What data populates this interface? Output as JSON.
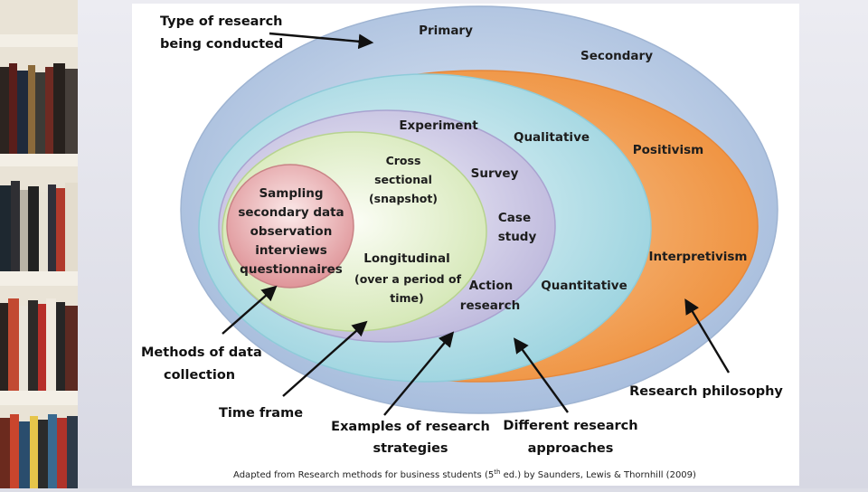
{
  "layers": {
    "primary": "Primary",
    "secondary": "Secondary",
    "positivism": "Positivism",
    "interpretivism": "Interpretivism",
    "qualitative": "Qualitative",
    "quantitative": "Quantitative",
    "experiment": "Experiment",
    "survey": "Survey",
    "case_study": [
      "Case",
      "study"
    ],
    "action_research": [
      "Action",
      "research"
    ],
    "cross_sectional": [
      "Cross",
      "sectional",
      "(snapshot)"
    ],
    "longitudinal": [
      "Longitudinal",
      "(over a period of",
      "time)"
    ],
    "methods": [
      "Sampling",
      "secondary data",
      "observation",
      "interviews",
      "questionnaires"
    ]
  },
  "callouts": {
    "type_of_research": [
      "Type of research",
      "being conducted"
    ],
    "methods_of_data": [
      "Methods of data",
      "collection"
    ],
    "time_frame": "Time frame",
    "examples_of_strategies": [
      "Examples of research",
      "strategies"
    ],
    "different_approaches": [
      "Different research",
      "approaches"
    ],
    "research_philosophy": "Research philosophy"
  },
  "caption": {
    "before": "Adapted from Research methods for business students (5",
    "sup": "th",
    "after": " ed.) by Saunders, Lewis & Thornhill (2009)"
  },
  "colors": {
    "blue_outer": "#a9c0e0",
    "orange": "#f2a055",
    "teal": "#9ed6e1",
    "lavender": "#c7c3e2",
    "green": "#d9ebbf",
    "pink": "#e6a4a7"
  }
}
